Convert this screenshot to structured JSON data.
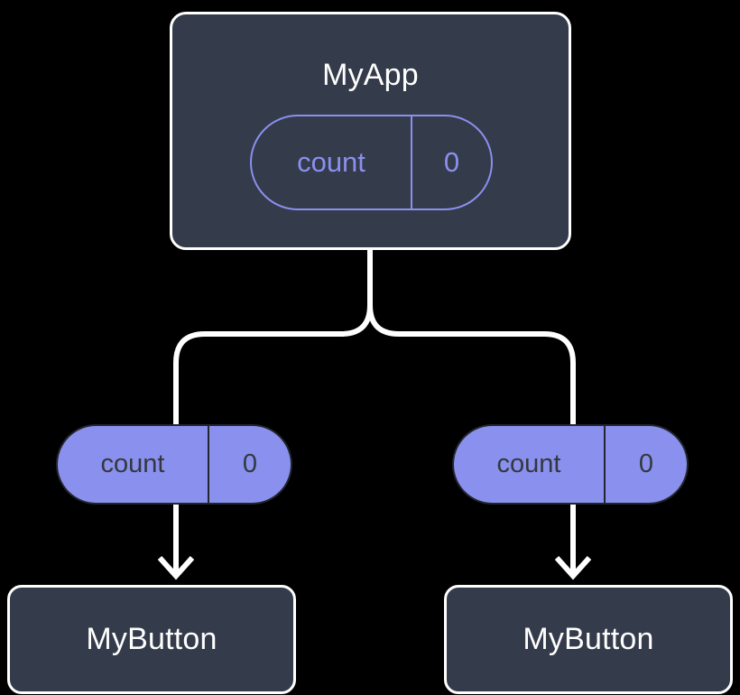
{
  "diagram": {
    "type": "component-tree",
    "background_color": "#000000",
    "palette": {
      "box_fill": "#343b4a",
      "box_border": "#ffffff",
      "accent_purple": "#8a90ed",
      "pill_text_dark": "#33383f",
      "connector": "#ffffff"
    },
    "root": {
      "name": "MyApp",
      "state": {
        "key": "count",
        "value": "0"
      }
    },
    "edges": [
      {
        "from": "MyApp",
        "to": "MyButton-left",
        "style": "split-branch"
      },
      {
        "from": "MyApp",
        "to": "MyButton-right",
        "style": "split-branch"
      },
      {
        "from": "props-left",
        "to": "MyButton-left",
        "style": "arrow"
      },
      {
        "from": "props-right",
        "to": "MyButton-right",
        "style": "arrow"
      }
    ],
    "children": [
      {
        "name": "MyButton",
        "props": {
          "key": "count",
          "value": "0"
        }
      },
      {
        "name": "MyButton",
        "props": {
          "key": "count",
          "value": "0"
        }
      }
    ]
  }
}
